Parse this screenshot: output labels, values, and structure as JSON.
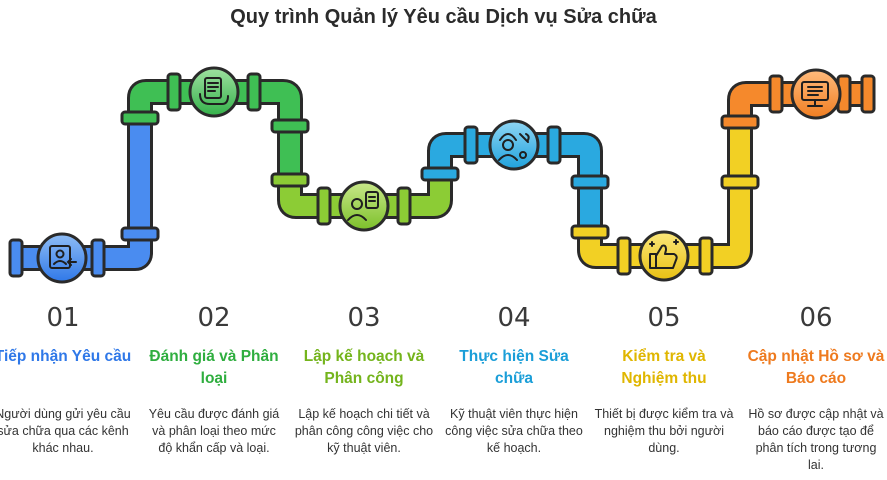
{
  "title": "Quy trình Quản lý Yêu cầu Dịch vụ Sửa chữa",
  "steps": [
    {
      "number": "01",
      "title": "Tiếp nhận Yêu cầu",
      "desc": "Người dùng gửi yêu cầu sửa chữa qua các kênh khác nhau.",
      "color": "#2f78e8",
      "icon": "user-inbox-icon"
    },
    {
      "number": "02",
      "title": "Đánh giá và Phân loại",
      "desc": "Yêu cầu được đánh giá và phân loại theo mức độ khẩn cấp và loại.",
      "color": "#2fae3f",
      "icon": "document-review-icon"
    },
    {
      "number": "03",
      "title": "Lập kế hoạch và Phân công",
      "desc": "Lập kế hoạch chi tiết và phân công công việc cho kỹ thuật viên.",
      "color": "#74b41c",
      "icon": "planner-clipboard-icon"
    },
    {
      "number": "04",
      "title": "Thực hiện Sửa chữa",
      "desc": "Kỹ thuật viên thực hiện công việc sửa chữa theo kế hoạch.",
      "color": "#1a9ed8",
      "icon": "technician-wrench-icon"
    },
    {
      "number": "05",
      "title": "Kiểm tra và Nghiệm thu",
      "desc": "Thiết bị được kiểm tra và nghiệm thu bởi người dùng.",
      "color": "#e0b600",
      "icon": "thumbs-up-icon"
    },
    {
      "number": "06",
      "title": "Cập nhật Hồ sơ và Báo cáo",
      "desc": "Hồ sơ được cập nhật và báo cáo được tạo để phân tích trong tương lai.",
      "color": "#ee7a1e",
      "icon": "computer-report-icon"
    }
  ]
}
